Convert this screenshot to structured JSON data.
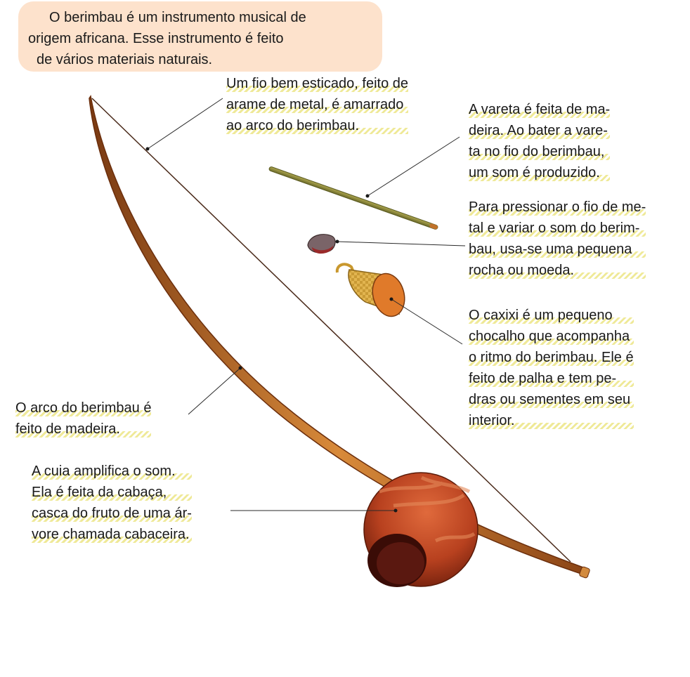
{
  "intro": {
    "line1": "O berimbau é um instrumento musical de",
    "line2": "origem africana.  Esse instrumento é feito",
    "line3": "de vários materiais naturais."
  },
  "labels": {
    "fio": [
      "Um fio bem esticado, feito de",
      "arame de metal, é amarrado",
      "ao arco do berimbau."
    ],
    "vareta": [
      "A vareta é feita de ma-",
      "deira. Ao bater a vare-",
      "ta no fio do berimbau,",
      "um som é produzido."
    ],
    "rocha": [
      "Para pressionar o fio de me-",
      "tal e variar o som do berim-",
      "bau, usa-se uma pequena",
      "rocha ou moeda."
    ],
    "caxixi": [
      "O caxixi é um pequeno",
      "chocalho que acompanha",
      "o ritmo do berimbau.  Ele é",
      "feito de palha e tem pe-",
      "dras ou sementes  em seu",
      "interior."
    ],
    "arco": [
      "O arco do berimbau  é",
      "feito de madeira."
    ],
    "cuia": [
      "A cuia amplifica o som.",
      "Ela é feita da cabaça,",
      "casca do fruto de uma ár-",
      "vore chamada cabaceira."
    ]
  },
  "colors": {
    "intro_bg": "#fde2cc",
    "bow": "#c8742a",
    "gourd": "#b8411f",
    "stick": "#8a8a3a",
    "caxixi": "#e0b04a",
    "highlight": "#eae276"
  }
}
